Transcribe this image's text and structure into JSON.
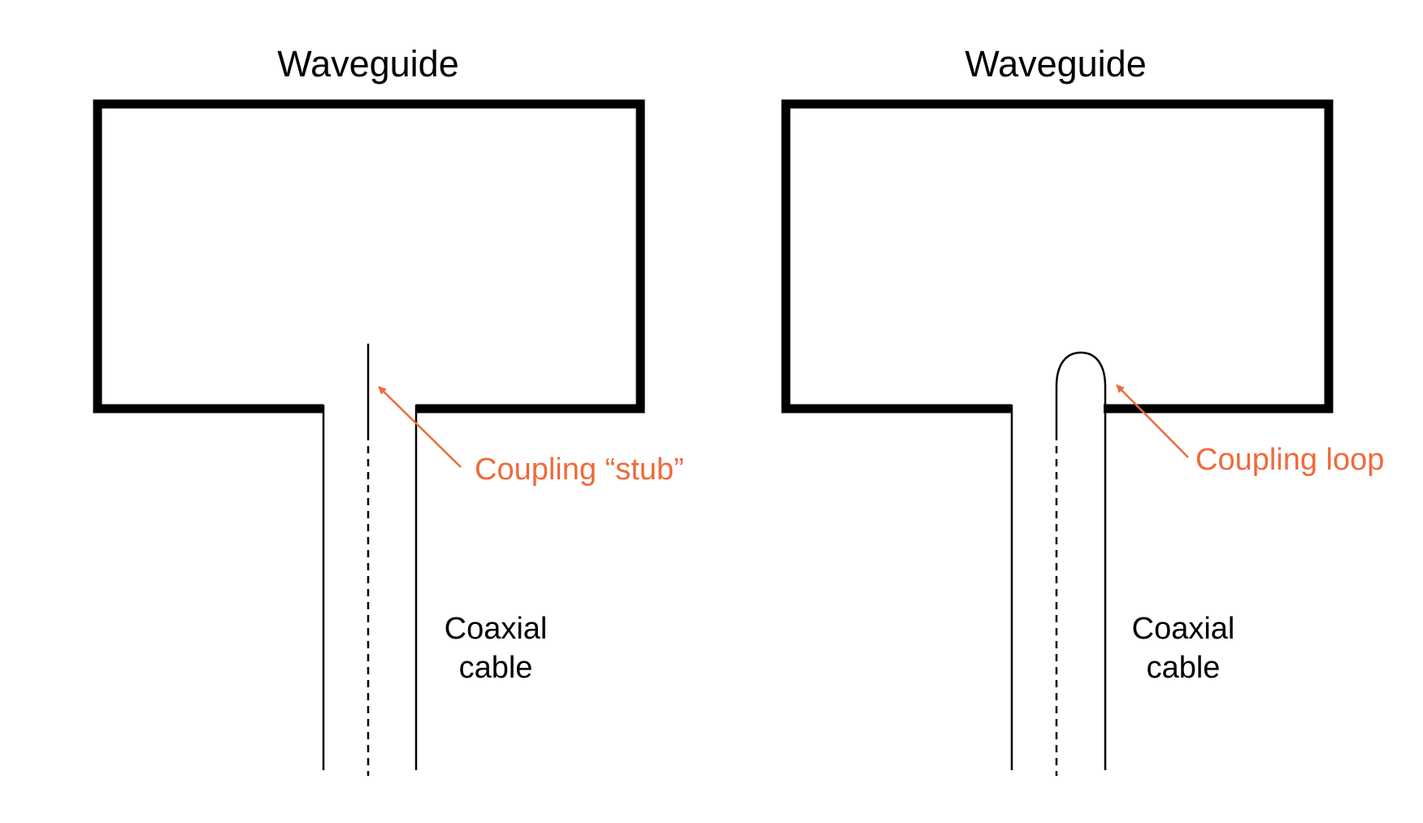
{
  "colors": {
    "stroke": "#000000",
    "callout": "#EE6B3B",
    "background": "#FFFFFF"
  },
  "left_panel": {
    "title": "Waveguide",
    "coax_label_line1": "Coaxial",
    "coax_label_line2": "cable",
    "callout_label": "Coupling “stub”"
  },
  "right_panel": {
    "title": "Waveguide",
    "coax_label_line1": "Coaxial",
    "coax_label_line2": "cable",
    "callout_label": "Coupling loop"
  }
}
